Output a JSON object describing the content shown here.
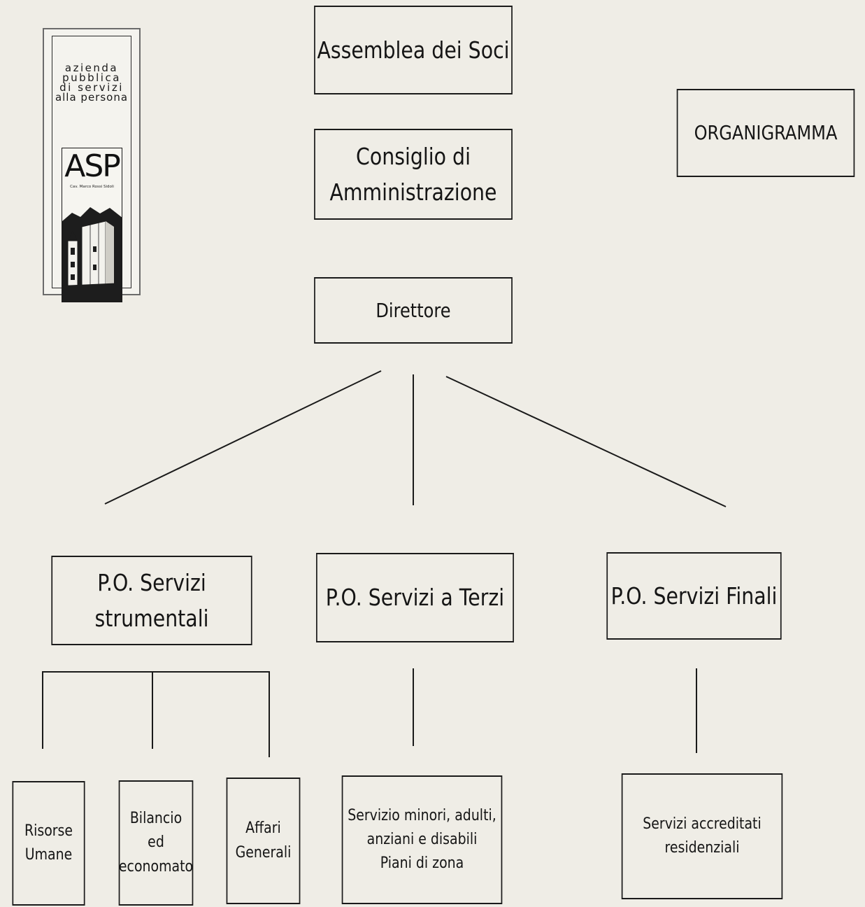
{
  "title": "ORGANIGRAMMA",
  "logo": {
    "lines": [
      "azienda",
      "pubblica",
      "di servizi",
      "alla persona"
    ],
    "acronym": "ASP",
    "subtitle": "Cav. Marco Rossi Sidoli"
  },
  "nodes": {
    "assemblea": "Assemblea dei Soci",
    "consiglio": "Consiglio di Amministrazione",
    "direttore": "Direttore",
    "po_strumentali": "P.O. Servizi strumentali",
    "po_terzi": "P.O. Servizi a Terzi",
    "po_finali": "P.O. Servizi Finali",
    "risorse_umane": [
      "Risorse",
      "Umane"
    ],
    "bilancio": [
      "Bilancio ed",
      "economato"
    ],
    "affari_generali": [
      "Affari",
      "Generali"
    ],
    "servizio_minori": [
      "Servizio minori, adulti,",
      "anziani e disabili",
      "Piani di zona"
    ],
    "servizi_accreditati": "Servizi accreditati residenziali"
  },
  "colors": {
    "background": "#efede6",
    "ink": "#1a1a1a"
  }
}
